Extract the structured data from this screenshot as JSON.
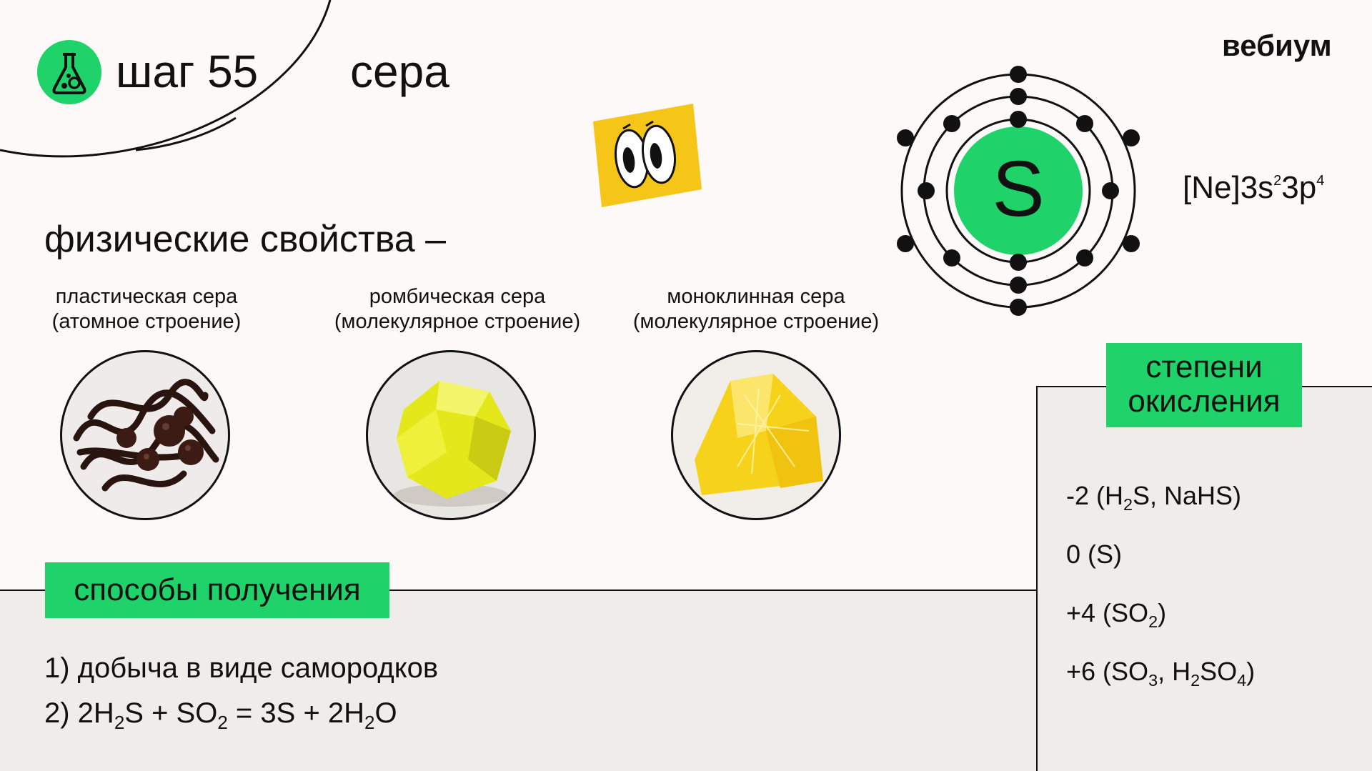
{
  "header": {
    "logo_icon": "flask-icon",
    "step_title": "шаг 55",
    "element_name": "сера",
    "brand": "вебиум"
  },
  "atom": {
    "symbol": "S",
    "config": {
      "base": "[Ne]3s",
      "s_exp": "2",
      "p": "3p",
      "p_exp": "4"
    },
    "accent_color": "#1fd36a"
  },
  "physical": {
    "title": "физические свойства –",
    "samples": [
      {
        "name": "пластическая сера",
        "structure": "(атомное строение)"
      },
      {
        "name": "ромбическая сера",
        "structure": "(молекулярное строение)"
      },
      {
        "name": "моноклинная сера",
        "structure": "(молекулярное строение)"
      }
    ]
  },
  "production": {
    "label": "способы получения",
    "item1": "1) добыча в виде самородков",
    "item2": {
      "num": "2) 2H",
      "a": "2",
      "b": "S + SO",
      "c": "2",
      "d": " = 3S + 2H",
      "e": "2",
      "f": "O"
    }
  },
  "oxidation": {
    "label_line1": "степени",
    "label_line2": "окисления",
    "s1": {
      "a": "-2 (H",
      "b": "2",
      "c": "S, NaHS)"
    },
    "s2": "0 (S)",
    "s3": {
      "a": "+4 (SO",
      "b": "2",
      "c": ")"
    },
    "s4": {
      "a": "+6 (SO",
      "b": "3",
      "c": ", H",
      "d": "2",
      "e": "SO",
      "f": "4",
      "g": ")"
    }
  }
}
